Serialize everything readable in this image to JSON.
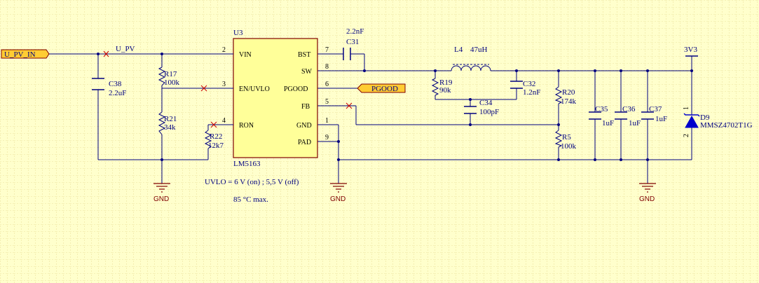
{
  "ports": {
    "input": "U_PV_IN",
    "pgood": "PGOOD",
    "output": "3V3"
  },
  "nets": {
    "u_pv": "U_PV"
  },
  "ic": {
    "ref": "U3",
    "part": "LM5163",
    "pins": {
      "vin": {
        "name": "VIN",
        "num": "2"
      },
      "en": {
        "name": "EN/UVLO",
        "num": "3"
      },
      "ron": {
        "name": "RON",
        "num": "4"
      },
      "bst": {
        "name": "BST",
        "num": "7"
      },
      "sw": {
        "name": "SW",
        "num": "8"
      },
      "pgood": {
        "name": "PGOOD",
        "num": "6"
      },
      "fb": {
        "name": "FB",
        "num": "5"
      },
      "gnd": {
        "name": "GND",
        "num": "1"
      },
      "pad": {
        "name": "PAD",
        "num": "9"
      }
    }
  },
  "components": {
    "c38": {
      "ref": "C38",
      "value": "2.2uF"
    },
    "r17": {
      "ref": "R17",
      "value": "100k"
    },
    "r21": {
      "ref": "R21",
      "value": "34k"
    },
    "r22": {
      "ref": "R22",
      "value": "12k7"
    },
    "c31": {
      "ref": "C31",
      "value": "2.2nF"
    },
    "l4": {
      "ref": "L4",
      "value": "47uH"
    },
    "r19": {
      "ref": "R19",
      "value": "90k"
    },
    "c34": {
      "ref": "C34",
      "value": "100pF"
    },
    "c32": {
      "ref": "C32",
      "value": "1.2nF"
    },
    "r20": {
      "ref": "R20",
      "value": "174k"
    },
    "r5": {
      "ref": "R5",
      "value": "100k"
    },
    "c35": {
      "ref": "C35",
      "value": "1uF"
    },
    "c36": {
      "ref": "C36",
      "value": "1uF"
    },
    "c37": {
      "ref": "C37",
      "value": "1uF"
    },
    "d9": {
      "ref": "D9",
      "value": "MMSZ4702T1G",
      "pin1": "1",
      "pin2": "2"
    }
  },
  "grounds": [
    "GND",
    "GND",
    "GND"
  ],
  "notes": {
    "uvlo": "UVLO = 6 V (on) ; 5,5 V (off)",
    "temp": "85 °C max."
  },
  "colors": {
    "background": "#ffffcc",
    "grid": "#d8c870",
    "wire": "#000080",
    "component": "#000080",
    "ic_fill": "#ffff99",
    "ic_border": "#800000",
    "port_fill": "#ffcc33",
    "gnd": "#800000",
    "nc_mark": "#cc0000",
    "diode": "#0000cc"
  }
}
